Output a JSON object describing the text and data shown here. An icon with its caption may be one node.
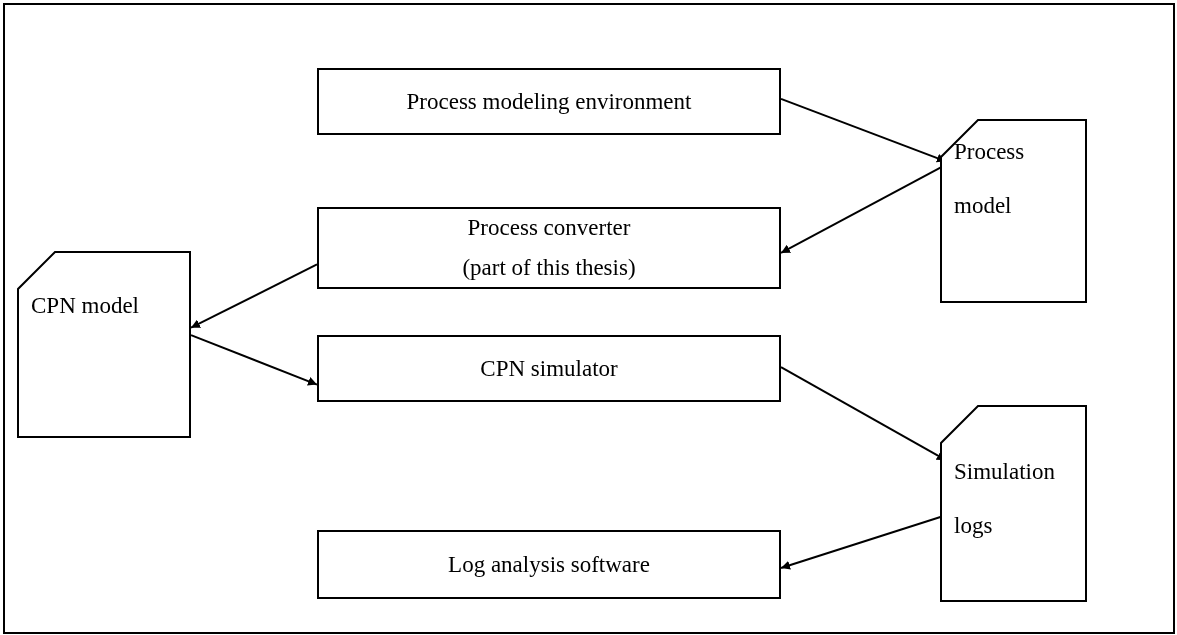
{
  "diagram": {
    "nodes": [
      {
        "text": [
          "Process modeling environment"
        ]
      },
      {
        "text": [
          "Process model"
        ]
      },
      {
        "text": [
          "Process converter",
          "(part of this thesis)"
        ]
      },
      {
        "text": [
          "CPN model"
        ]
      },
      {
        "text": [
          "CPN simulator"
        ]
      },
      {
        "text": [
          "Simulation logs"
        ]
      },
      {
        "text": [
          "Log analysis software"
        ]
      }
    ],
    "edges": [
      {
        "from": 0,
        "to": 1,
        "arrow": "to"
      },
      {
        "from": 1,
        "to": 2,
        "arrow": "to"
      },
      {
        "from": 2,
        "to": 3,
        "arrow": "to"
      },
      {
        "from": 3,
        "to": 4,
        "arrow": "to"
      },
      {
        "from": 4,
        "to": 5,
        "arrow": "to"
      },
      {
        "from": 5,
        "to": 6,
        "arrow": "to"
      }
    ]
  }
}
